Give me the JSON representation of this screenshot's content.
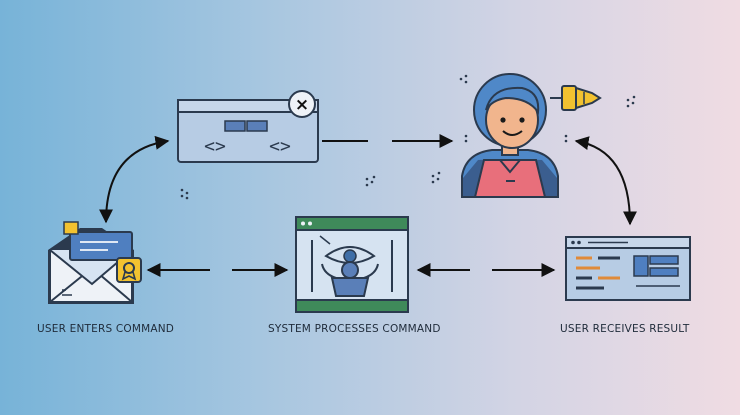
{
  "labels": {
    "step_enter": "USER ENTERS COMMAND",
    "step_process": "SYSTEM PROCESSES COMMAND",
    "step_result": "USER RECEIVES RESULT"
  },
  "window": {
    "code_left": "<>",
    "code_right": "<>",
    "close_glyph": "×"
  },
  "colors": {
    "outline": "#2b3a4e",
    "window_fill": "#b7cce4",
    "panel_fill": "#d6e3f1",
    "accent_green": "#3f8a5a",
    "accent_yellow": "#f2c230",
    "skin": "#f1b58d",
    "hair": "#4f88c8",
    "shirt": "#e86f7b",
    "code_blue": "#5a7fb8"
  }
}
